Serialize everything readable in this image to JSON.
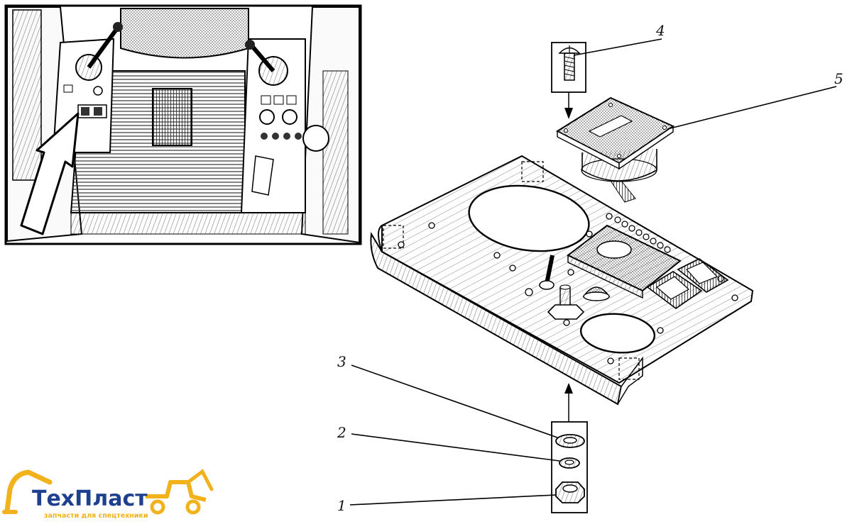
{
  "callouts": [
    {
      "id": "1",
      "label": "1"
    },
    {
      "id": "2",
      "label": "2"
    },
    {
      "id": "3",
      "label": "3"
    },
    {
      "id": "4",
      "label": "4"
    },
    {
      "id": "5",
      "label": "5"
    }
  ],
  "logo": {
    "name": "ТехПласт",
    "tagline": "запчасти для спецтехники",
    "colors": {
      "primary": "#1f3f8f",
      "accent": "#f2b21b"
    }
  }
}
